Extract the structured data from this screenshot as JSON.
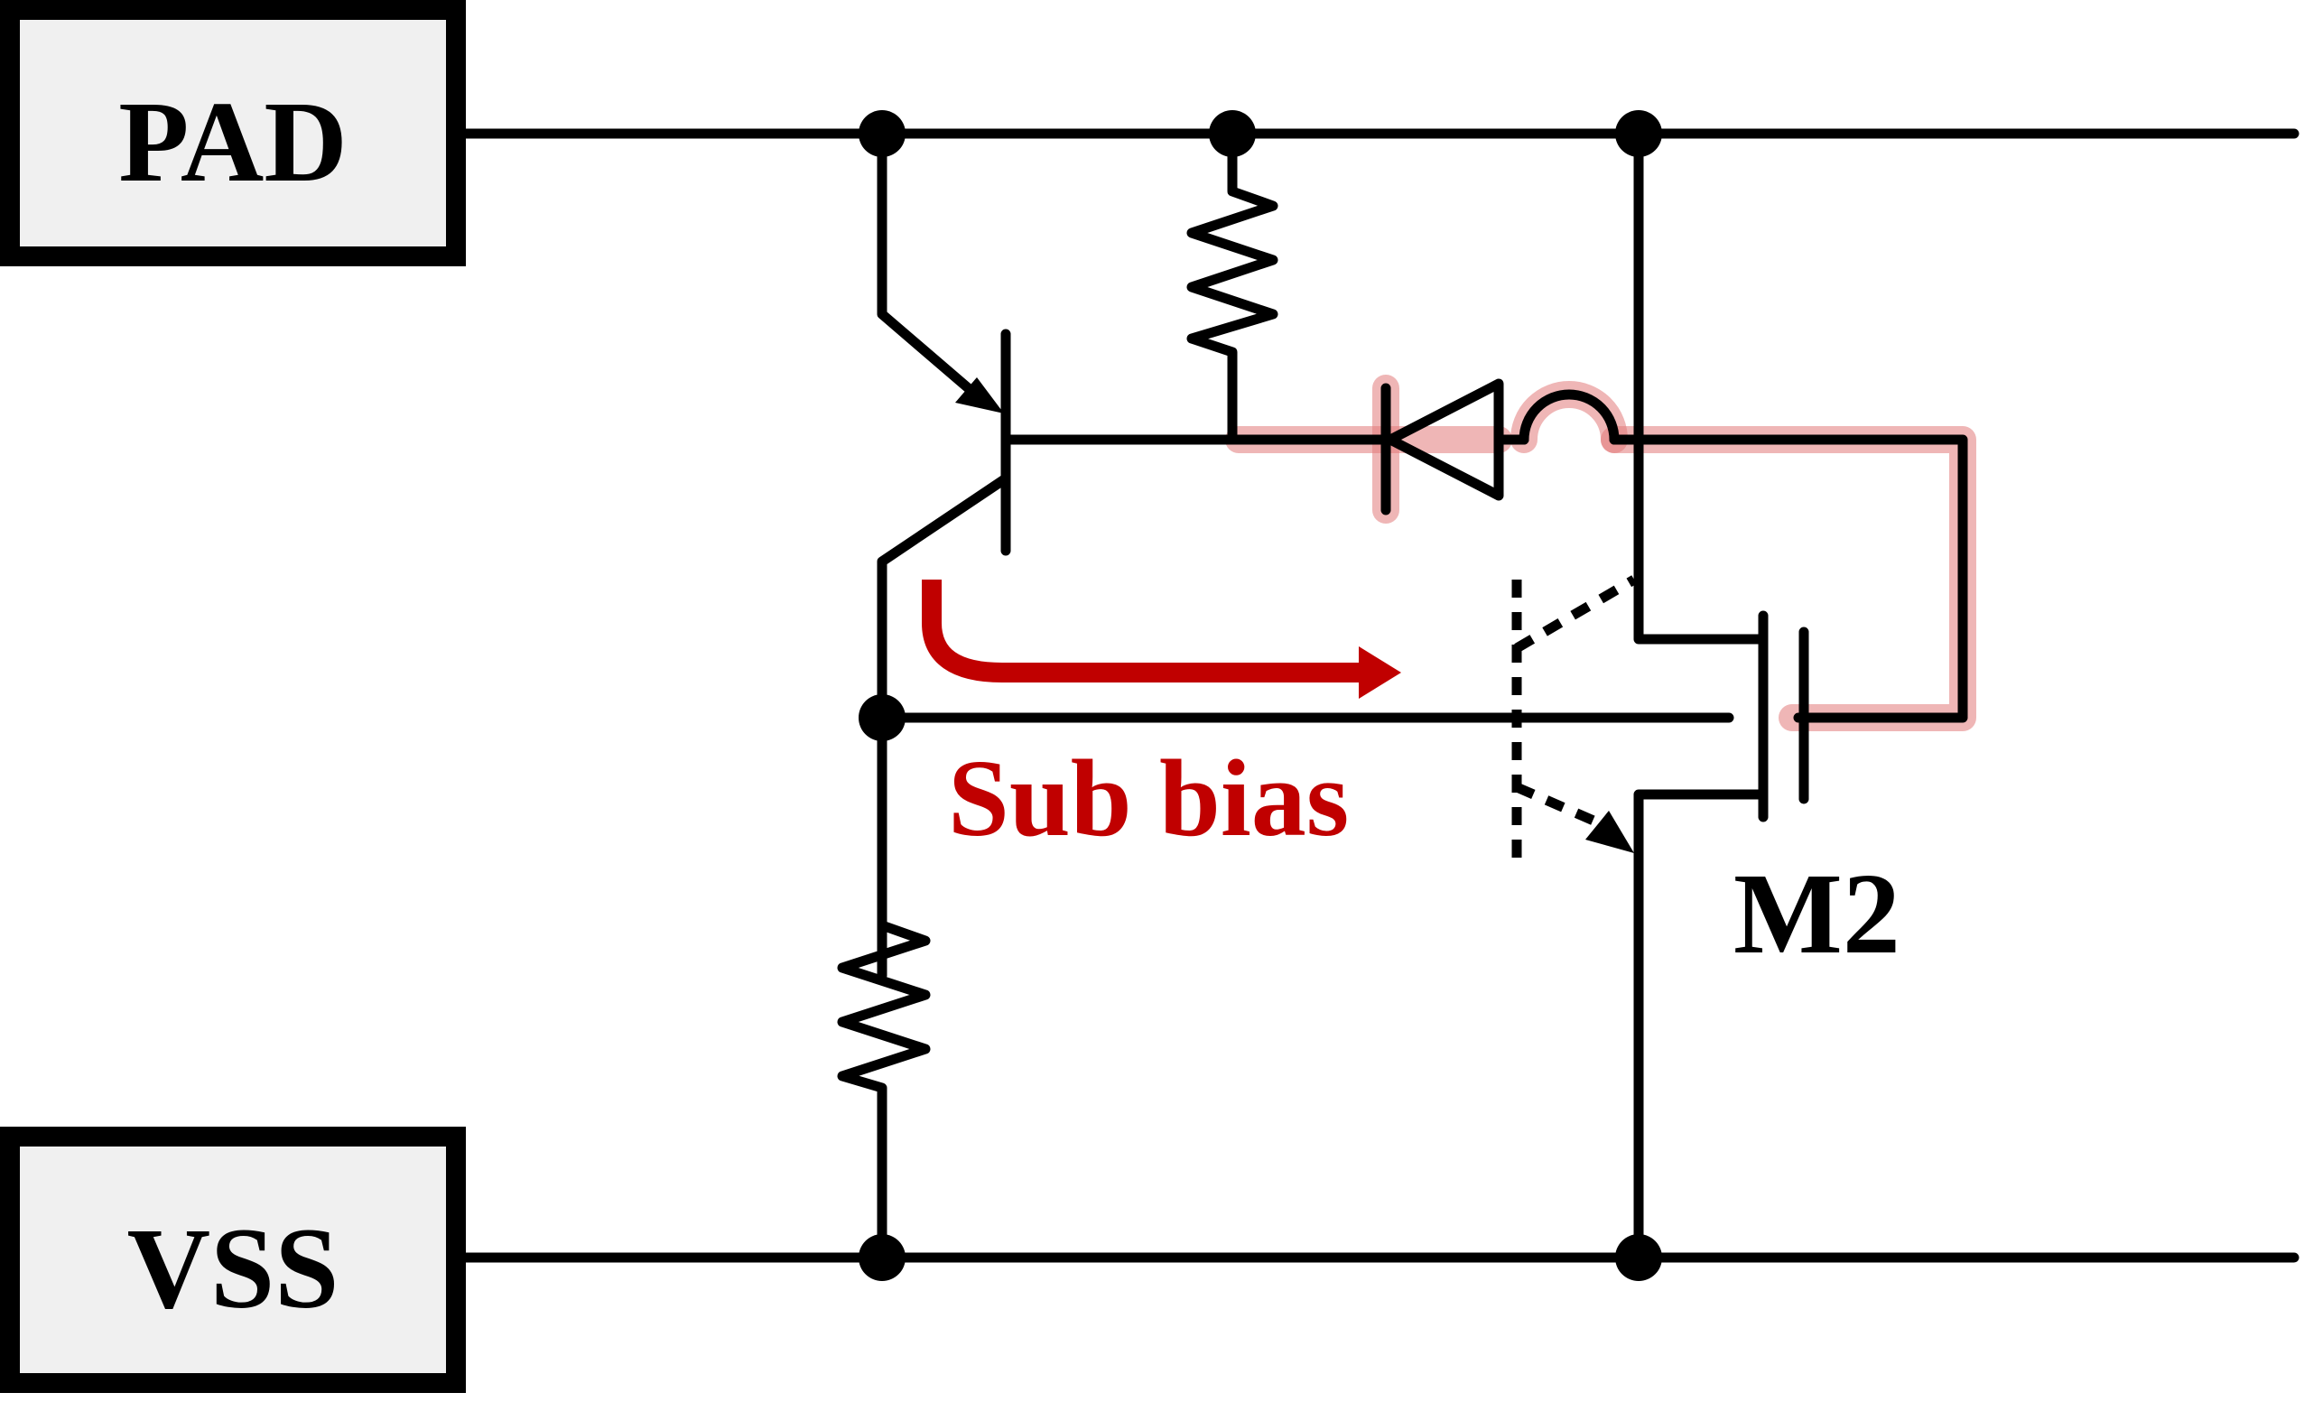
{
  "terminals": {
    "pad": "PAD",
    "vss": "VSS"
  },
  "labels": {
    "sub_bias": "Sub bias",
    "m2": "M2"
  },
  "colors": {
    "highlight": "#c00000",
    "glow": "#e27a7a",
    "wire": "#000000",
    "box_fill": "#f0f0f0"
  }
}
